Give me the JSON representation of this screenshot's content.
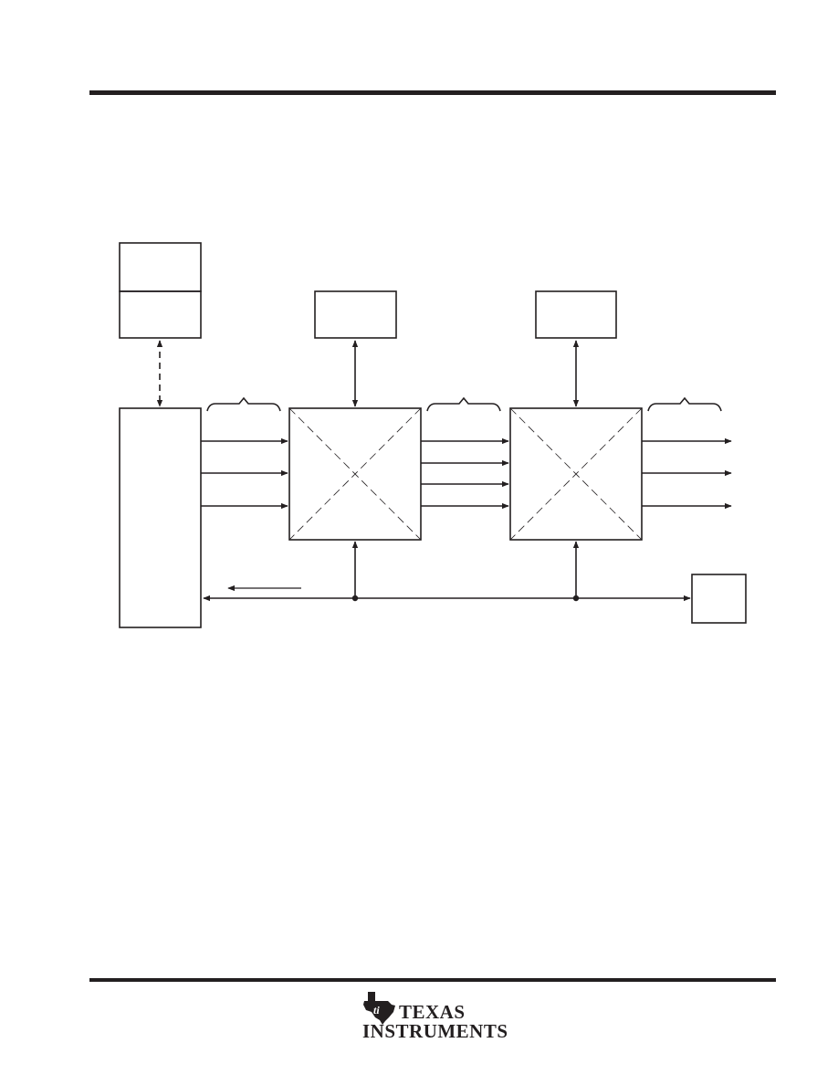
{
  "page": {
    "header_rule": "",
    "footer_rule": ""
  },
  "footer": {
    "logo_icon": "ti-state-icon",
    "logo_line1": "TEXAS",
    "logo_line2": "INSTRUMENTS"
  },
  "diagram": {
    "nodes": [
      {
        "name": "memory-block-upper",
        "label": ""
      },
      {
        "name": "memory-block-lower",
        "label": ""
      },
      {
        "name": "controller-block",
        "label": ""
      },
      {
        "name": "switch-block-1",
        "label": ""
      },
      {
        "name": "switch-block-2",
        "label": ""
      },
      {
        "name": "register-block-1",
        "label": ""
      },
      {
        "name": "register-block-2",
        "label": ""
      },
      {
        "name": "output-block",
        "label": ""
      }
    ],
    "colors": {
      "ink": "#231f20",
      "background": "#ffffff"
    }
  }
}
